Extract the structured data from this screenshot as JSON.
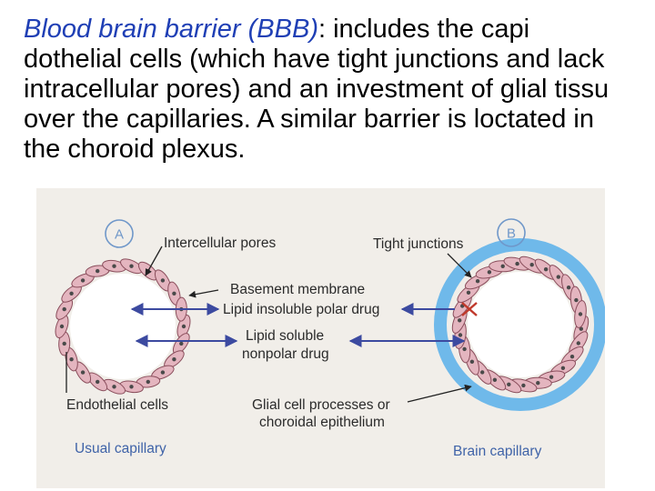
{
  "slide": {
    "title_term": "Blood brain barrier (BBB)",
    "title_rest": ": includes the capi",
    "lines": [
      "dothelial cells (which have tight junctions and lack",
      "intracellular pores) and an investment of glial tissu",
      "over the capillaries. A similar barrier is loctated in",
      "the choroid plexus."
    ]
  },
  "diagram": {
    "badge_a": "A",
    "badge_b": "B",
    "labels": {
      "intercellular_pores": "Intercellular pores",
      "tight_junctions": "Tight junctions",
      "basement_membrane": "Basement membrane",
      "lipid_insoluble": "Lipid insoluble polar drug",
      "lipid_soluble_1": "Lipid soluble",
      "lipid_soluble_2": "nonpolar drug",
      "endothelial_cells": "Endothelial cells",
      "glial_1": "Glial cell processes or",
      "glial_2": "choroidal epithelium",
      "usual_capillary": "Usual capillary",
      "brain_capillary": "Brain capillary"
    },
    "colors": {
      "cell_fill": "#e4b5bf",
      "cell_stroke": "#8a4e5c",
      "nucleus": "#4a4a4a",
      "glial": "#6fb9ea",
      "arrow": "#3c4aa0",
      "caption": "#3f63a8",
      "badge": "#6f97c9"
    }
  }
}
